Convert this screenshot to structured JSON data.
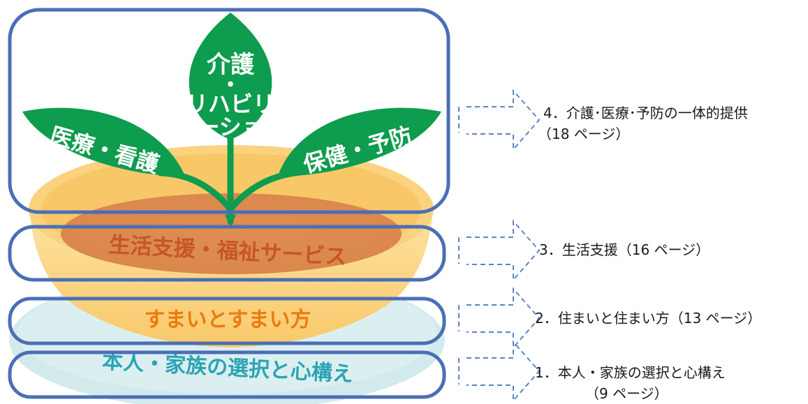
{
  "title": "",
  "plant": {
    "leaf_medical": "医療・看護",
    "leaf_care_line1": "介護",
    "leaf_care_line2": "・",
    "leaf_care_line3": "リハビリ",
    "leaf_care_line4": "テーション",
    "leaf_health": "保健・予防",
    "soil": "生活支援・福祉サービス",
    "pot": "すまいとすまい方",
    "saucer": "本人・家族の選択と心構え"
  },
  "labels": {
    "level4_line1": "4．介護･医療･予防の一体的提供",
    "level4_line2": "（18 ページ）",
    "level3": "3．生活支援（16 ページ）",
    "level2": "2．住まいと住まい方（13 ページ）",
    "level1_line1": "1．本人・家族の選択と心構え",
    "level1_line2": "（9 ページ）"
  },
  "colors": {
    "frame_blue": "#4a6fb5",
    "leaf_green": "#0e9c4f",
    "pot_yellow": "#fbd27d",
    "soil_orange": "#dd8a4e",
    "soil_text": "#c7552a",
    "pot_text": "#ea7b12",
    "saucer_blue": "#cfe7ea",
    "saucer_text": "#2aa4b4",
    "arrow_blue": "#5b84c4"
  }
}
